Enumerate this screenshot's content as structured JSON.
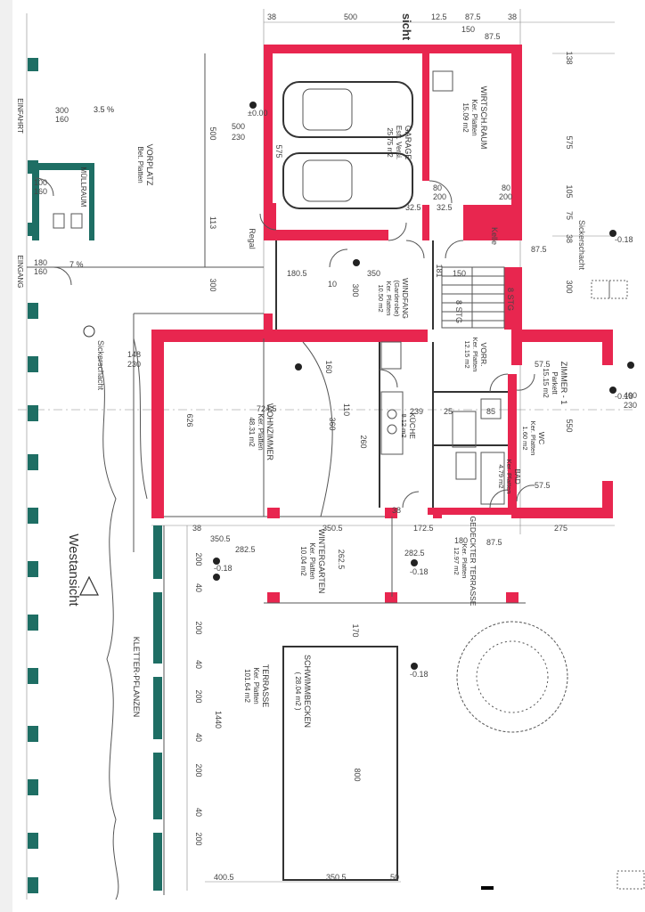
{
  "rooms": {
    "wirtschaftsraum": {
      "name": "WIRTSCH.RAUM",
      "finish": "Ker. Platten",
      "area": "15.09 m2"
    },
    "garage": {
      "name": "GARAGE",
      "finish": "Estr. Versi.",
      "area": "25.75 m2"
    },
    "vorplatz": {
      "name": "VORPLATZ",
      "finish": "Bet. Platten"
    },
    "muellraum": {
      "name": "MÜLLRAUM"
    },
    "windfang": {
      "name": "WINDFANG",
      "subname": "(Garderobe)",
      "finish": "Ker. Platten",
      "area": "10.50 m2"
    },
    "vorraum": {
      "name": "VORR.",
      "finish": "Ker. Platten",
      "area": "12.15 m2"
    },
    "zimmer": {
      "name": "ZIMMER - 1",
      "finish": "Parkett",
      "area": "15.15 m2"
    },
    "wc": {
      "name": "WC",
      "finish": "Ker. Platten",
      "area": "1.60 m2"
    },
    "bad": {
      "name": "BAD",
      "finish": "Ker. Platten",
      "area": "4.79 m2"
    },
    "kueche": {
      "name": "KÜCHE",
      "area": "8.12 m2"
    },
    "wohnzimmer": {
      "name": "WOHNZIMMER",
      "finish": "Ker. Platten",
      "area": "48.31 m2"
    },
    "wintergarten": {
      "name": "WINTERGARTEN",
      "finish": "Ker. Platten",
      "area": "10.04 m2"
    },
    "ged_terrasse": {
      "name": "GEDECKTER TERRASSE",
      "finish": "Ker. Platten",
      "area": "12.97 m2"
    },
    "terrasse": {
      "name": "TERRASSE",
      "finish": "Ker. Platten",
      "area": "101.64 m2"
    },
    "schwimmbecken": {
      "name": "SCHWIMMBECKEN",
      "area": "( 28.04 m2 )"
    }
  },
  "labels": {
    "westansicht": "Westansicht",
    "kletterpflanzen": "KLETTER-PFLANZEN",
    "einfahrt": "EINFAHRT",
    "eingang": "EINGANG",
    "slope_vorplatz": "3.5 %",
    "slope_eingang": "7 %",
    "sicht": "sicht",
    "sickerschacht": "Sickerschacht",
    "regal": "Regal",
    "kelle": "Kelle",
    "stg": "8 STG"
  },
  "dims": {
    "top_38": "38",
    "top_500": "500",
    "top_12_5": "12.5",
    "top_87_5": "87.5",
    "top_38b": "38",
    "top_150": "150",
    "top_87_5b": "87.5",
    "r_138": "138",
    "r_575": "575",
    "r_105": "105",
    "r_75": "75",
    "r_38": "38",
    "r_87_5": "87.5",
    "r_300": "300",
    "r_550": "550",
    "r_400": "400",
    "r_230": "230",
    "v_500": "500",
    "v_230": "230",
    "v_113": "113",
    "v_300": "300",
    "v_575": "575",
    "d_300_160": "300",
    "d_160": "160",
    "d_100_160": "100",
    "d_180_160": "180",
    "g_180_5": "180.5",
    "g_350": "350",
    "g_10": "10",
    "g_150": "150",
    "g_181": "181",
    "w_724_5": "724.5",
    "w_626": "626",
    "w_160": "160",
    "w_110": "110",
    "w_360": "360",
    "w_260": "260",
    "w_148": "148",
    "w_239": "239",
    "w_230b": "230",
    "b_38": "38",
    "b_350_5": "350.5",
    "b_172_5": "172.5",
    "b_180": "180",
    "b_275": "275",
    "b_38b": "38",
    "t_282_5a": "282.5",
    "t_282_5b": "282.5",
    "t_262_5": "262.5",
    "t_170": "170",
    "t_87_5": "87.5",
    "p_200a": "200",
    "p_40a": "40",
    "p_200b": "200",
    "p_40b": "40",
    "p_200c": "200",
    "p_40c": "40",
    "p_200d": "200",
    "p_40d": "40",
    "p_200e": "200",
    "p_1440": "1440",
    "p_800": "800",
    "p_400_5": "400.5",
    "p_350_5": "350.5",
    "p_50": "50",
    "door_80_200": "80",
    "door_200": "200",
    "door_80b": "80",
    "door_200b": "200",
    "d_32_5": "32.5",
    "d_32_5b": "32.5",
    "d_57_5": "57.5",
    "d_57_5b": "57.5",
    "d_25": "25",
    "d_85": "85"
  },
  "elevations": {
    "e1": "±0.00",
    "e2": "-0.18",
    "e3": "-0.18",
    "e4": "-0.18",
    "e5": "-0.18",
    "e6": "-0.18"
  },
  "colors": {
    "wall": "#e8264f",
    "hedge": "#1e6e64"
  }
}
